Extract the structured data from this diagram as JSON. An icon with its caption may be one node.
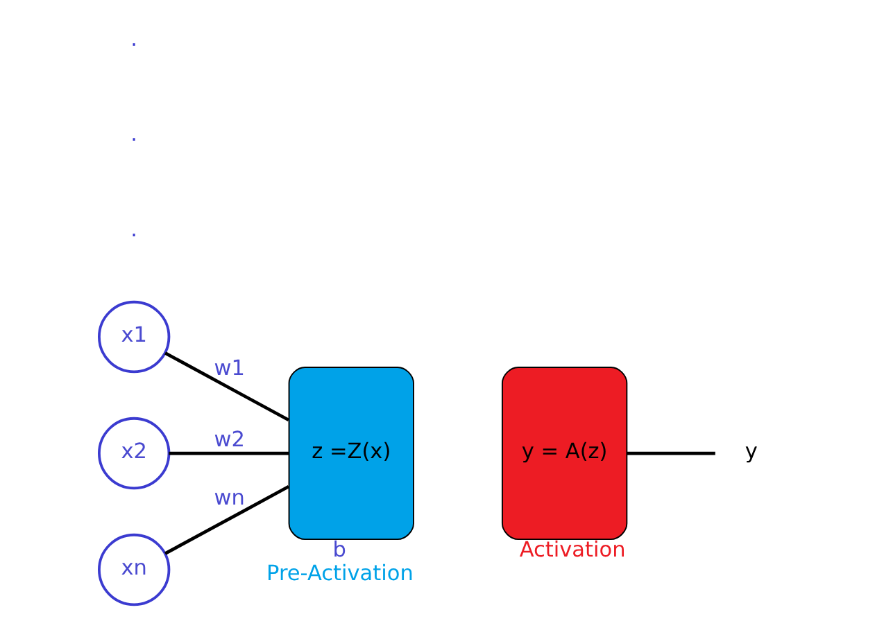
{
  "diagram": {
    "nodes": [
      {
        "text": [
          "x1"
        ]
      },
      {
        "text": [
          "x2"
        ]
      },
      {
        "text": [
          "xn"
        ]
      },
      {
        "text": [
          "z =Z(x)"
        ],
        "beside": [
          "b",
          "Pre-Activation"
        ]
      },
      {
        "text": [
          "y = A(z)"
        ],
        "beside": [
          "Activation"
        ]
      },
      {
        "text": [
          "y"
        ]
      }
    ],
    "edges": [
      {
        "from": 0,
        "to": 3,
        "arrow": "none",
        "label": "w1"
      },
      {
        "from": 1,
        "to": 3,
        "arrow": "none",
        "label": "w2"
      },
      {
        "from": 2,
        "to": 3,
        "arrow": "none",
        "label": "wn"
      },
      {
        "from": 4,
        "to": 5,
        "arrow": "none"
      }
    ],
    "labels": [
      ".",
      ".",
      "."
    ]
  }
}
